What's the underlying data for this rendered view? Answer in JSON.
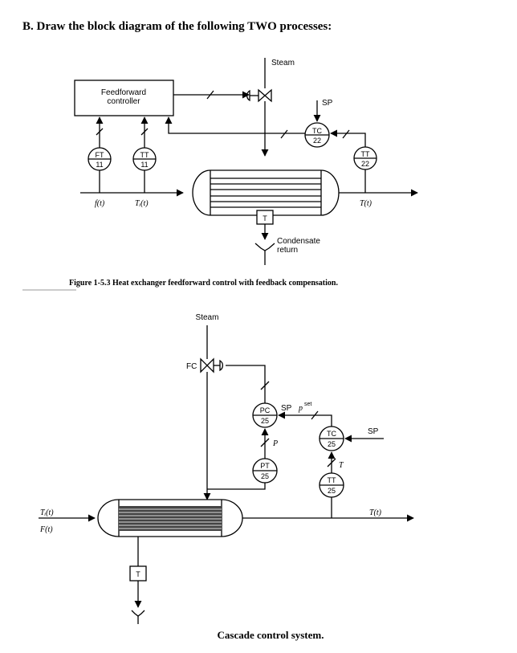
{
  "heading": "B.  Draw the block diagram of the following TWO processes:",
  "figure1": {
    "steam": "Steam",
    "controller_line1": "Feedforward",
    "controller_line2": "controller",
    "sp": "SP",
    "tc": {
      "tag": "TC",
      "num": "22"
    },
    "ft": {
      "tag": "FT",
      "num": "11"
    },
    "tt_in": {
      "tag": "TT",
      "num": "11"
    },
    "tt_out": {
      "tag": "TT",
      "num": "22"
    },
    "f_label": "f(t)",
    "ti_label": "Tᵢ(t)",
    "t_label": "T(t)",
    "trap": "T",
    "condensate_line1": "Condensate",
    "condensate_line2": "return",
    "caption": "Figure 1-5.3  Heat exchanger feedforward control with feedback compensation."
  },
  "figure2": {
    "steam": "Steam",
    "fc": "FC",
    "pc": {
      "tag": "PC",
      "num": "25"
    },
    "tc": {
      "tag": "TC",
      "num": "25"
    },
    "pt": {
      "tag": "PT",
      "num": "25"
    },
    "tt": {
      "tag": "TT",
      "num": "25"
    },
    "sp1": "SP",
    "pset": "p",
    "pset_sup": "set",
    "sp2": "SP",
    "p": "P",
    "t_sig": "T",
    "ti_label": "Tᵢ(t)",
    "f_label": "F(t)",
    "t_out": "T(t)",
    "trap": "T",
    "caption": "Cascade control system."
  }
}
